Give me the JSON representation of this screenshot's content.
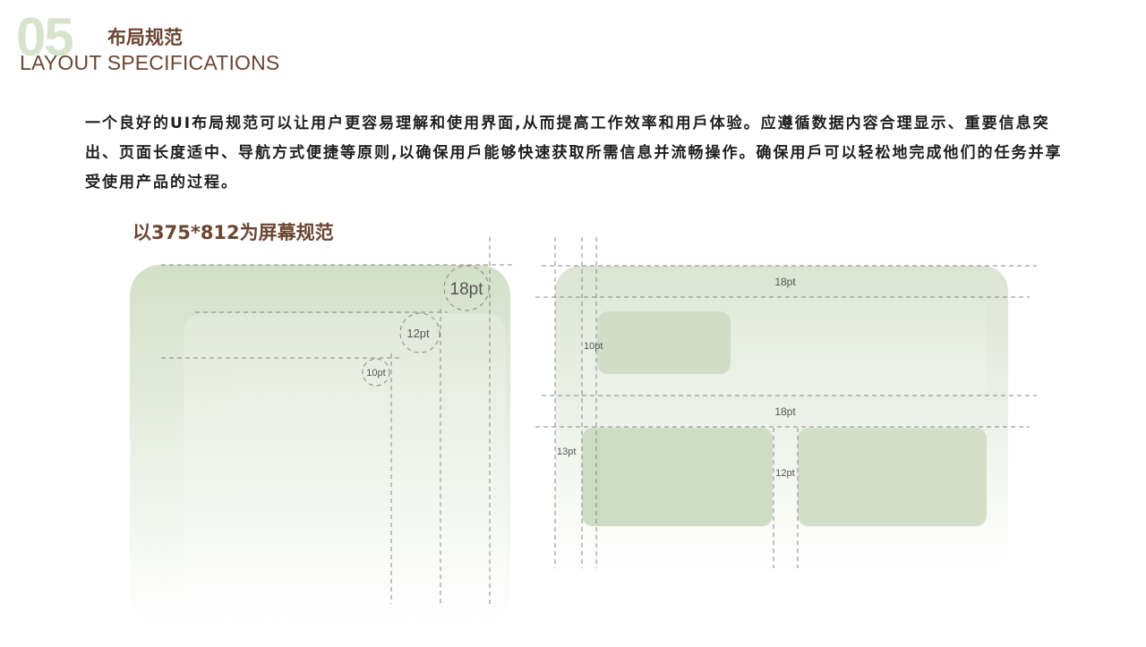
{
  "header": {
    "number": "05",
    "title_cn": "布局规范",
    "title_en": "LAYOUT SPECIFICATIONS"
  },
  "intro_text": "一个良好的UI布局规范可以让用户更容易理解和使用界面,从而提高工作效率和用戶体验。应遵循数据内容合理显示、重要信息突出、页面长度适中、导航方式便捷等原则,以确保用戶能够快速获取所需信息并流畅操作。确保用戶可以轻松地完成他们的任务并享受使用产品的过程。",
  "screen_spec": "以375*812为屏幕规范",
  "left_diagram": {
    "radius_large": "18pt",
    "radius_medium": "12pt",
    "radius_small": "10pt"
  },
  "right_diagram": {
    "top_margin": "18pt",
    "card_inner_padding": "10pt",
    "section_gap": "18pt",
    "side_margin": "13pt",
    "card_gap": "12pt"
  },
  "colors": {
    "accent_brown": "#6b4632",
    "number_green": "#d7e3cd",
    "card_green": "#cfdcc4",
    "dash_gray": "#888888"
  }
}
